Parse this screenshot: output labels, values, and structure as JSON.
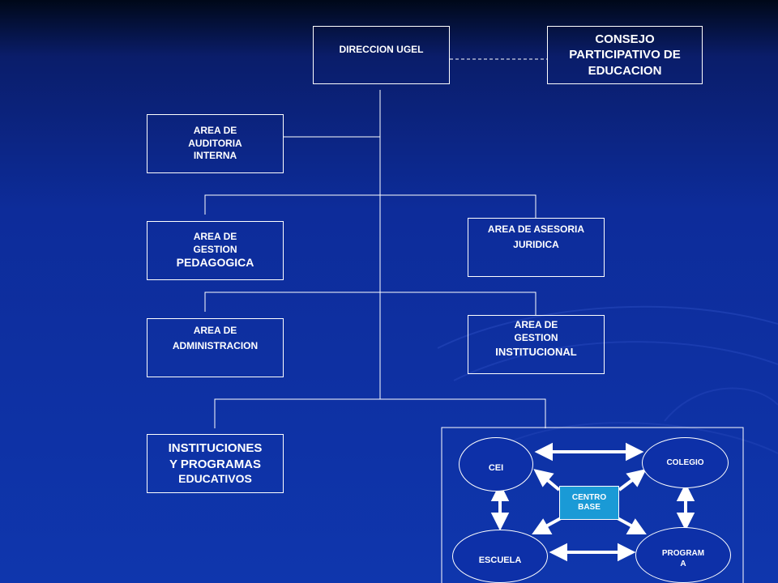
{
  "nodes": {
    "direccion": "DIRECCION  UGEL",
    "consejo": [
      "CONSEJO",
      "PARTICIPATIVO DE",
      "EDUCACION"
    ],
    "auditoria": [
      "AREA DE",
      "AUDITORIA",
      "INTERNA"
    ],
    "pedagogica": [
      "AREA DE",
      "GESTION",
      "PEDAGOGICA"
    ],
    "asesoria": [
      "AREA DE ASESORIA",
      "JURIDICA"
    ],
    "administracion": [
      "AREA DE",
      "ADMINISTRACION"
    ],
    "institucional": [
      "AREA DE",
      "GESTION",
      "INSTITUCIONAL"
    ],
    "instituciones": [
      "INSTITUCIONES",
      "Y PROGRAMAS",
      "EDUCATIVOS"
    ]
  },
  "network": {
    "cei": "CEI",
    "colegio": "COLEGIO",
    "escuela": "ESCUELA",
    "programa": [
      "PROGRAM",
      "A"
    ],
    "centro_base": [
      "CENTRO",
      "BASE"
    ]
  },
  "colors": {
    "background": "#0f36ad",
    "line": "#ffffff",
    "centro_base": "#1a9ad6"
  }
}
